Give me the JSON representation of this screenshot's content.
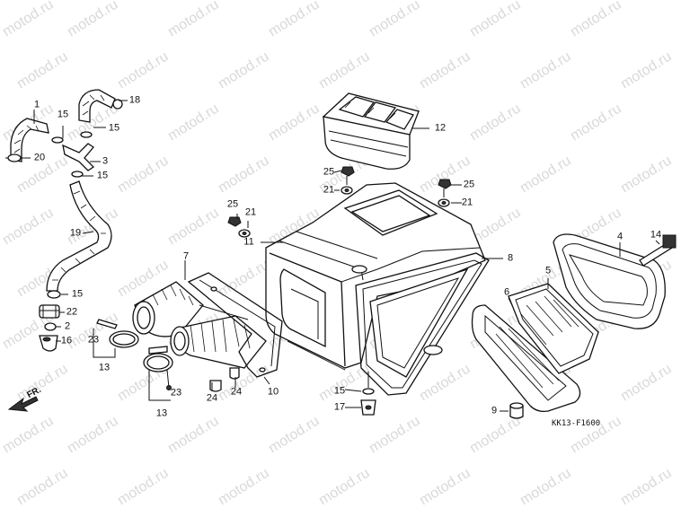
{
  "watermark": "motod.ru",
  "direction_label": "FR.",
  "diagram_code": "KK13-F1600",
  "callouts": [
    {
      "key": "c1",
      "text": "1"
    },
    {
      "key": "c15a",
      "text": "15"
    },
    {
      "key": "c18",
      "text": "18"
    },
    {
      "key": "c15b",
      "text": "15"
    },
    {
      "key": "c20",
      "text": "20"
    },
    {
      "key": "c3",
      "text": "3"
    },
    {
      "key": "c15c",
      "text": "15"
    },
    {
      "key": "c19",
      "text": "19"
    },
    {
      "key": "c15d",
      "text": "15"
    },
    {
      "key": "c22",
      "text": "22"
    },
    {
      "key": "c2",
      "text": "2"
    },
    {
      "key": "c16",
      "text": "16"
    },
    {
      "key": "c12",
      "text": "12"
    },
    {
      "key": "c25a",
      "text": "25"
    },
    {
      "key": "c21a",
      "text": "21"
    },
    {
      "key": "c25b",
      "text": "25"
    },
    {
      "key": "c21b",
      "text": "21"
    },
    {
      "key": "c25c",
      "text": "25"
    },
    {
      "key": "c21c",
      "text": "21"
    },
    {
      "key": "c11",
      "text": "11"
    },
    {
      "key": "c7",
      "text": "7"
    },
    {
      "key": "c8",
      "text": "8"
    },
    {
      "key": "c4",
      "text": "4"
    },
    {
      "key": "c14",
      "text": "14"
    },
    {
      "key": "c5",
      "text": "5"
    },
    {
      "key": "c6",
      "text": "6"
    },
    {
      "key": "c23a",
      "text": "23"
    },
    {
      "key": "c13a",
      "text": "13"
    },
    {
      "key": "c23b",
      "text": "23"
    },
    {
      "key": "c13b",
      "text": "13"
    },
    {
      "key": "c24a",
      "text": "24"
    },
    {
      "key": "c24b",
      "text": "24"
    },
    {
      "key": "c10",
      "text": "10"
    },
    {
      "key": "c15e",
      "text": "15"
    },
    {
      "key": "c17",
      "text": "17"
    },
    {
      "key": "c9",
      "text": "9"
    }
  ]
}
